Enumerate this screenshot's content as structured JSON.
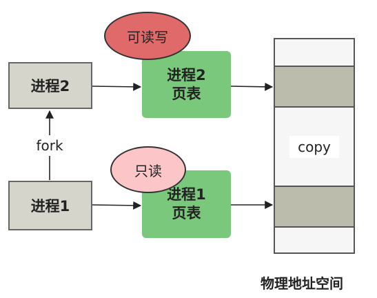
{
  "process2": {
    "label": "进程2"
  },
  "process1": {
    "label": "进程1"
  },
  "page_table2": {
    "line1": "进程2",
    "line2": "页表"
  },
  "page_table1": {
    "line1": "进程1",
    "line2": "页表"
  },
  "badge_rw": {
    "text": "可读写",
    "color": "#e0696a"
  },
  "badge_ro": {
    "text": "只读",
    "color": "#fcc6c8"
  },
  "fork_label": "fork",
  "copy_label": "copy",
  "memory": {
    "caption": "物理地址空间"
  },
  "colors": {
    "process_fill": "#d5d5cc",
    "page_table_fill": "#7ac87c",
    "memory_band": "#bcbcac"
  }
}
